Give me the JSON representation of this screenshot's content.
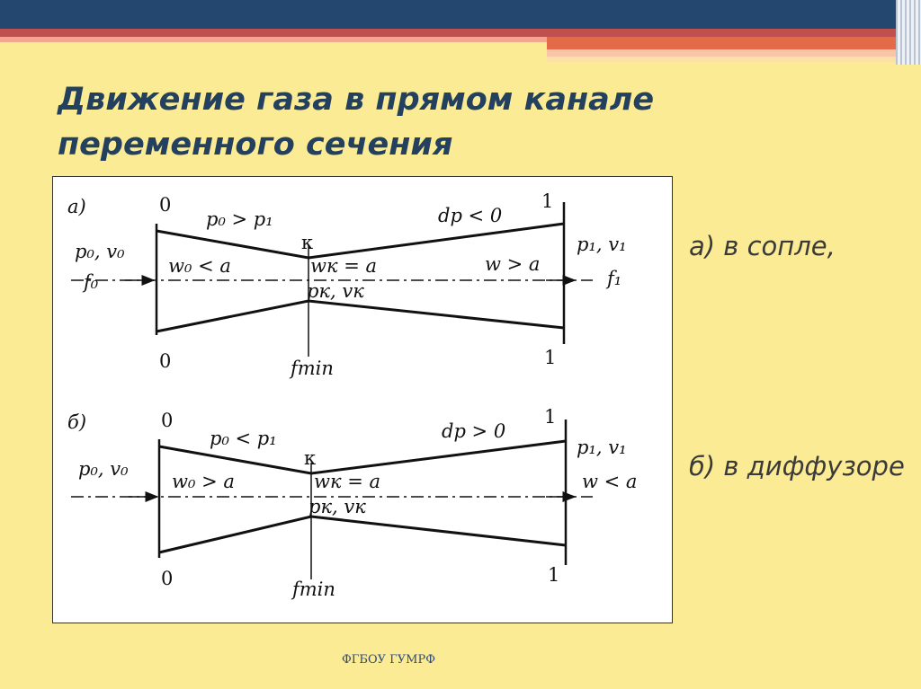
{
  "title": "Движение газа в прямом канале переменного сечения",
  "captions": {
    "a": "а) в сопле,",
    "b": "б) в диффузоре"
  },
  "footer": "ФГБОУ ГУМРФ",
  "panel_a": {
    "letter": "а)",
    "sec0_top": "0",
    "sec1_top": "1",
    "sec0_bot": "0",
    "sec1_bot": "1",
    "p_rel": "p₀ > p₁",
    "dp": "dp < 0",
    "k": "к",
    "inlet": "p₀, v₀",
    "f_in": "f₀",
    "w_in": "w₀ < a",
    "wk": "wк = a",
    "pk": "pк, vк",
    "w_out": "w > a",
    "outlet": "p₁, v₁",
    "f_out": "f₁",
    "fmin": "fmin"
  },
  "panel_b": {
    "letter": "б)",
    "sec0_top": "0",
    "sec1_top": "1",
    "sec0_bot": "0",
    "sec1_bot": "1",
    "p_rel": "p₀ < p₁",
    "dp": "dp > 0",
    "k": "к",
    "inlet": "p₀, v₀",
    "w_in": "w₀ > a",
    "wk": "wк = a",
    "pk": "pк, vк",
    "outlet": "p₁, v₁",
    "w_out": "w < a",
    "fmin": "fmin"
  }
}
